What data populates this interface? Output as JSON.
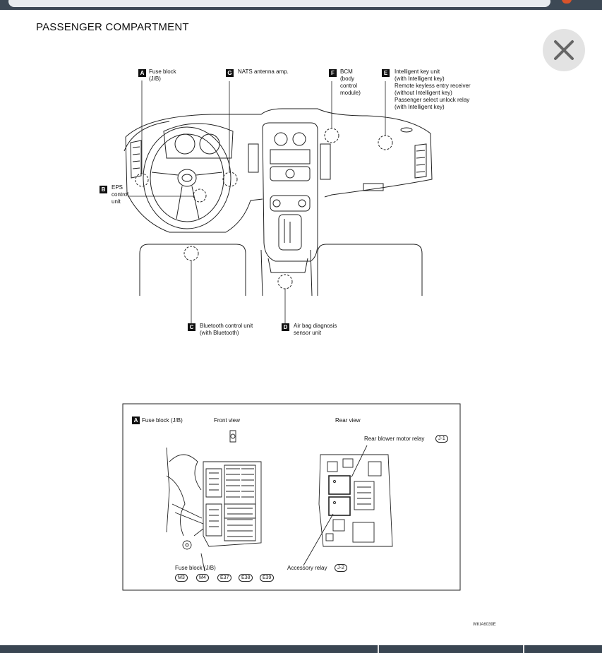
{
  "page": {
    "title": "PASSENGER COMPARTMENT",
    "figure_code": "WKIA6039E"
  },
  "callouts": {
    "A": {
      "letter": "A",
      "text": "Fuse block\n(J/B)"
    },
    "G": {
      "letter": "G",
      "text": "NATS antenna amp."
    },
    "F": {
      "letter": "F",
      "text": "BCM\n(body\ncontrol\nmodule)"
    },
    "E": {
      "letter": "E",
      "text": "Intelligent key unit\n(with Intelligent key)\nRemote keyless entry receiver\n(without Intelligent key)\nPassenger select unlock relay\n(with Intelligent key)"
    },
    "B": {
      "letter": "B",
      "text": "EPS\ncontrol\nunit"
    },
    "C": {
      "letter": "C",
      "text": "Bluetooth control unit\n(with Bluetooth)"
    },
    "D": {
      "letter": "D",
      "text": "Air bag diagnosis\nsensor unit"
    }
  },
  "inset": {
    "tag": "A",
    "title": "Fuse block (J/B)",
    "front_view": "Front view",
    "rear_view": "Rear view",
    "rear_blower_relay": "Rear blower motor relay",
    "rear_blower_code": "J-1",
    "accessory_relay": "Accessory relay",
    "accessory_code": "J-2",
    "fuse_block_label": "Fuse block (J/B)",
    "connectors": [
      "M3",
      "M4",
      "E37",
      "E38",
      "E39"
    ]
  },
  "icons": {
    "close": "close-icon"
  }
}
